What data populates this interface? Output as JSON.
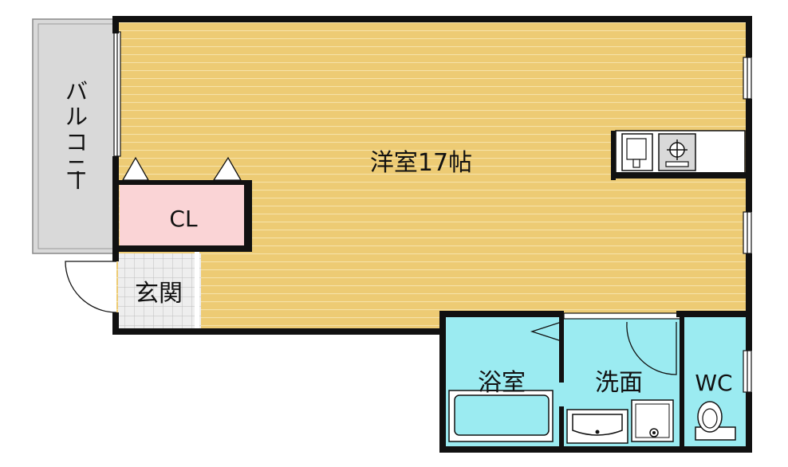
{
  "rooms": {
    "main": "洋室17帖",
    "closet": "CL",
    "entrance": "玄関",
    "bath": "浴室",
    "washroom": "洗面",
    "toilet": "WC"
  },
  "balcony": {
    "label": "バルコニー",
    "chars": [
      "バ",
      "ル",
      "コ",
      "ニ",
      "ー"
    ]
  },
  "colors": {
    "floor": "#EDCB74",
    "floor_line": "#F6E2A8",
    "closet": "#FAD4D6",
    "entrance": "#EEEEEE",
    "wet": "#9BEBF1",
    "balcony": "#D9D9D9",
    "wall": "#111111"
  }
}
